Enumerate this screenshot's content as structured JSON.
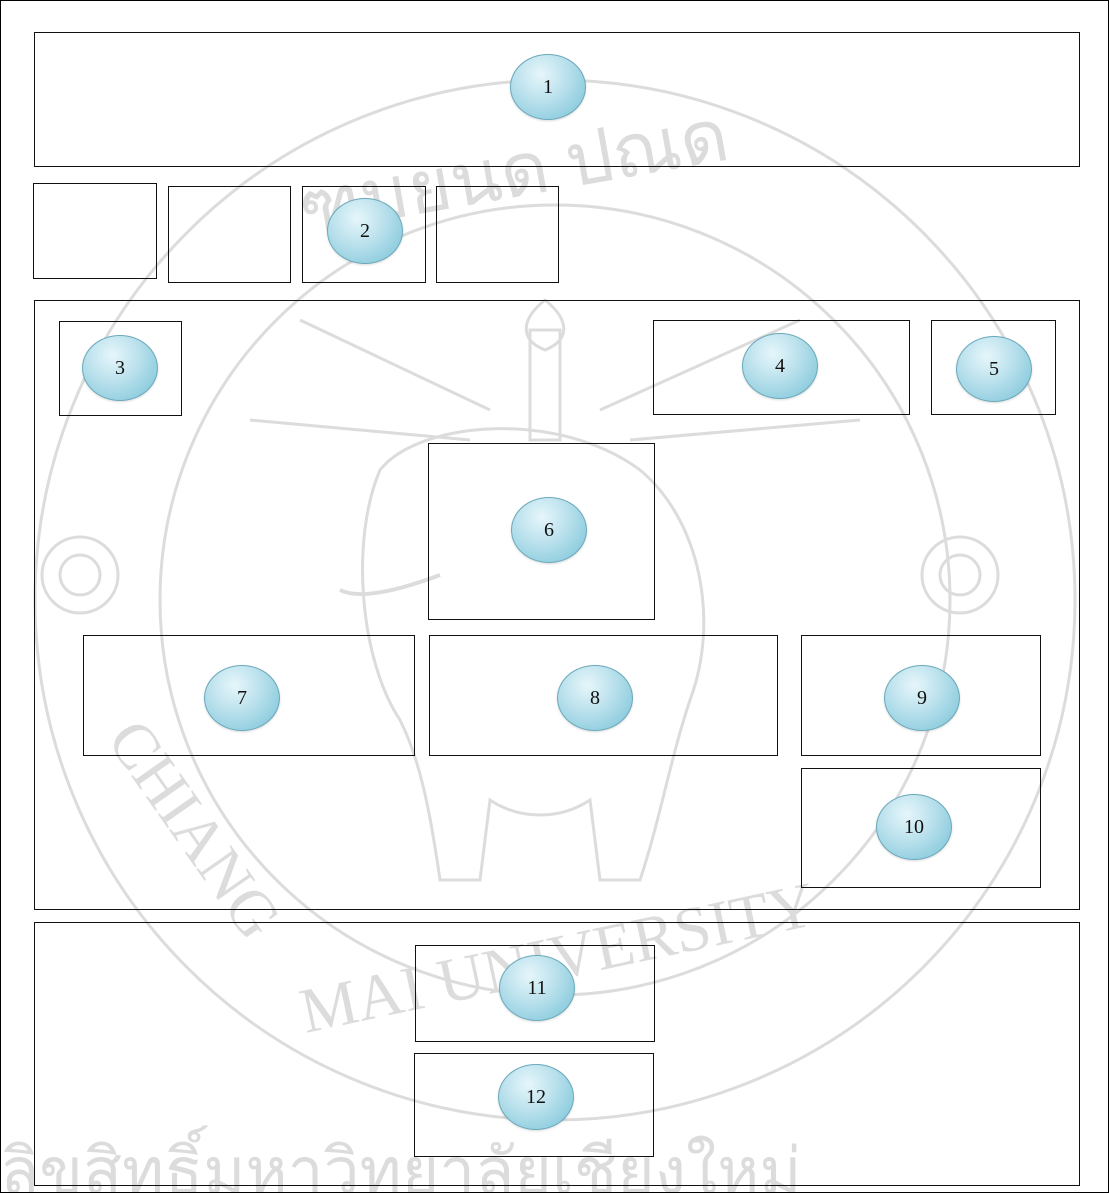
{
  "badges": {
    "b1": "1",
    "b2": "2",
    "b3": "3",
    "b4": "4",
    "b5": "5",
    "b6": "6",
    "b7": "7",
    "b8": "8",
    "b9": "9",
    "b10": "10",
    "b11": "11",
    "b12": "12"
  },
  "watermark": {
    "thai_top": "ฑมยนด ปณด",
    "arc_text_left": "CHIANG",
    "arc_text_bottom": "MAI UNIVERSITY",
    "thai_bottom": "ลิขสิทธิ์มหาวิทยาลัยเชียงใหม่",
    "color": "#d9d9d9"
  },
  "colors": {
    "border": "#111111",
    "badge_fill": "#a8d8e6",
    "badge_stroke": "#6aa9bb"
  }
}
